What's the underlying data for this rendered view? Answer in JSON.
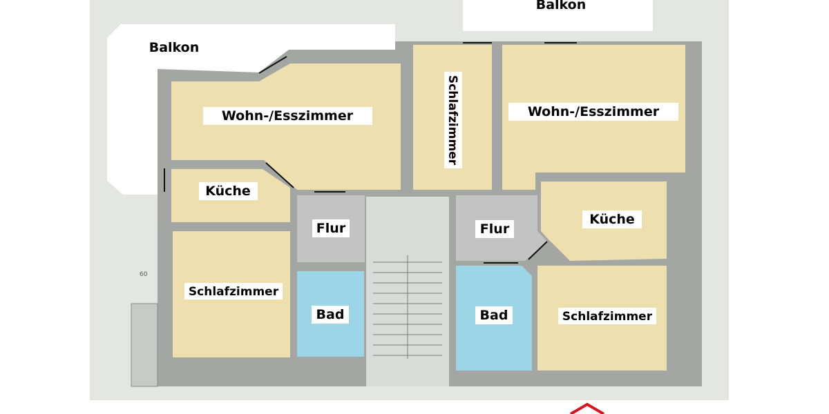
{
  "colors": {
    "living": "#eee0ae",
    "bath": "#9cd6e6",
    "hall": "#c3c3c3",
    "wall": "#9c9e9c",
    "paper": "#e4e6e3",
    "marker": "#d8141c"
  },
  "left_unit": {
    "balcony": "Balkon",
    "living": "Wohn-/Esszimmer",
    "kitchen": "Küche",
    "hall": "Flur",
    "bedroom": "Schlafzimmer",
    "bath": "Bad"
  },
  "middle": {
    "bedroom": "Schlafzimmer"
  },
  "right_unit": {
    "balcony": "Balkon",
    "living": "Wohn-/Esszimmer",
    "kitchen": "Küche",
    "hall": "Flur",
    "bedroom": "Schlafzimmer",
    "bath": "Bad"
  },
  "dimension_note": "60"
}
